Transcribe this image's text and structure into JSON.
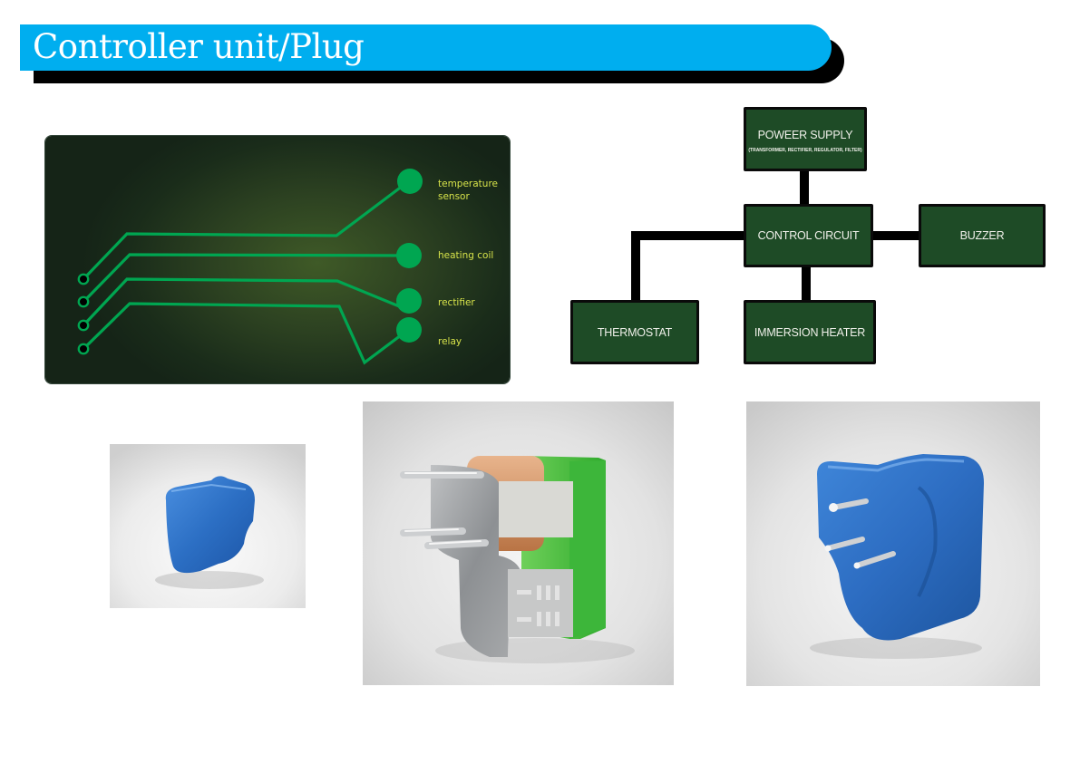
{
  "title": "Controller unit/Plug",
  "colors": {
    "title_bar": "#00AEEF",
    "trace_green": "#00A651",
    "label_yellow": "#D7E34A",
    "block_fill": "#1E4B26",
    "plug_blue": "#2F75C8",
    "pcb_green": "#3DBE3A",
    "copper": "#D69A6E"
  },
  "circuit_panel": {
    "pins": [
      "pin-1",
      "pin-2",
      "pin-3",
      "pin-4"
    ],
    "labels": {
      "temperature_sensor": [
        "temperature",
        "sensor"
      ],
      "heating_coil": "heating coil",
      "rectifier": "rectifier",
      "relay": "relay"
    }
  },
  "block_diagram": {
    "power_supply": {
      "title": "POWEER SUPPLY",
      "subtitle": "(TRANSFORMER, RECTIFIER, REGULATOR, FILTER)"
    },
    "control_circuit": "CONTROL CIRCUIT",
    "buzzer": "BUZZER",
    "thermostat": "THERMOSTAT",
    "immersion_heater": "IMMERSION HEATER"
  },
  "renders": [
    {
      "name": "plug-casing-small",
      "description": "blue plug casing"
    },
    {
      "name": "plug-internals",
      "description": "internal assembly with pins, copper coil, green PCB"
    },
    {
      "name": "plug-casing-large",
      "description": "blue plug casing with three pins"
    }
  ]
}
